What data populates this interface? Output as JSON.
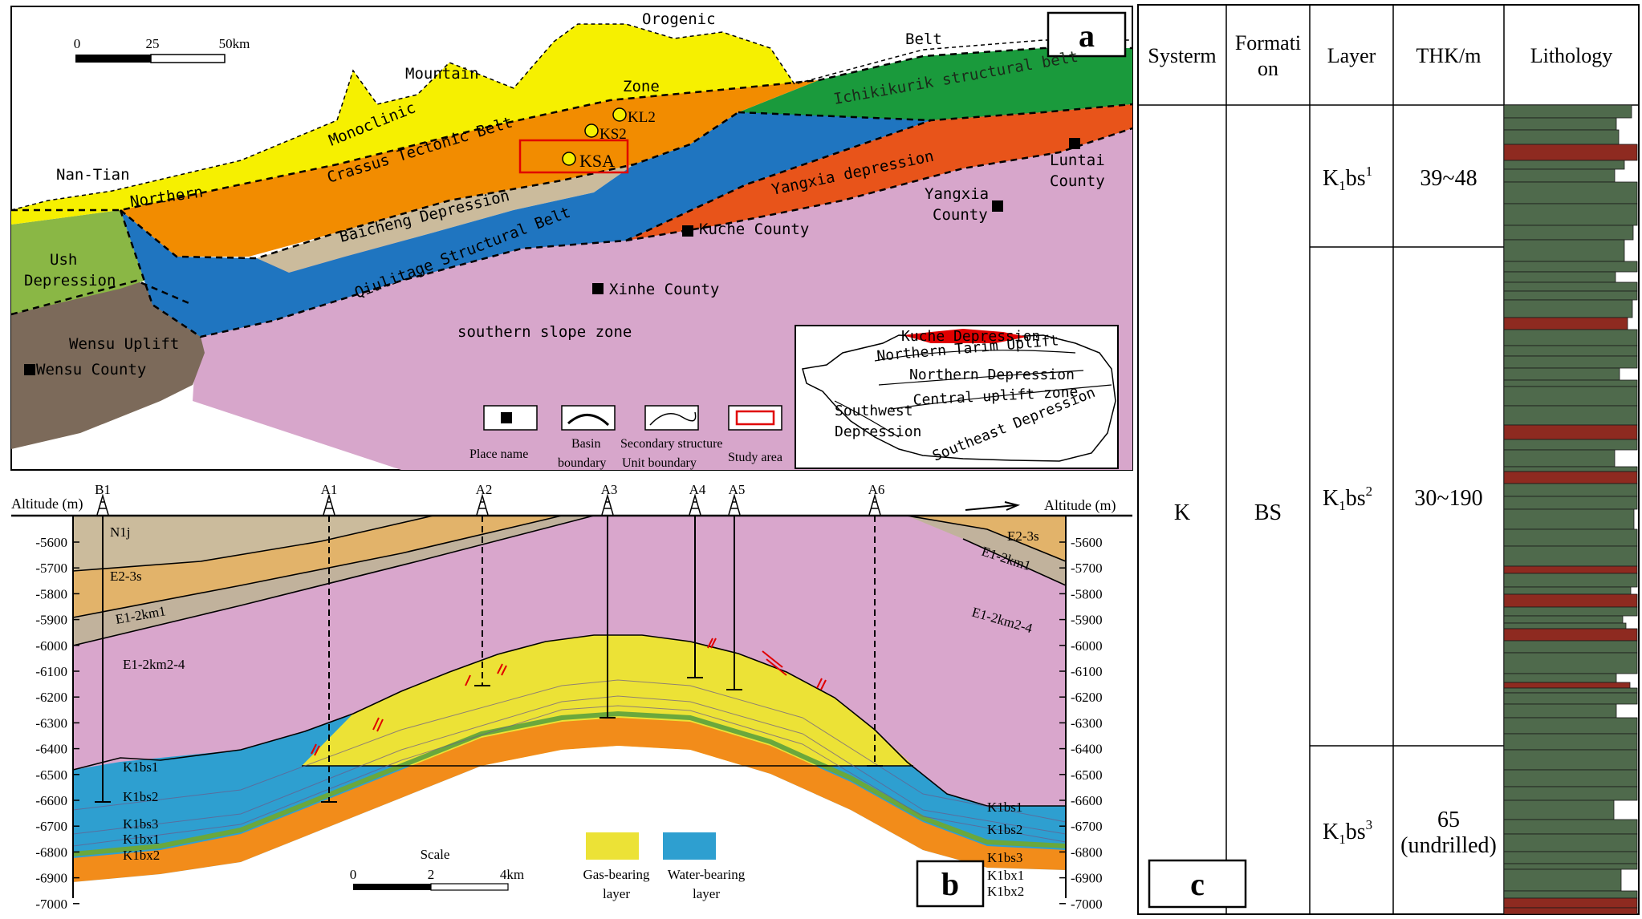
{
  "panel_labels": {
    "a": "a",
    "b": "b",
    "c": "c"
  },
  "map": {
    "scale_bar": {
      "ticks": [
        "0",
        "25",
        "50km"
      ]
    },
    "regions": {
      "orogenic": "Orogenic",
      "belt": "Belt",
      "mountain": "Mountain",
      "zone": "Zone",
      "monoclinic": "Monoclinic",
      "nan_tian": "Nan-Tian",
      "northern": "Northern",
      "crassus": "Crassus Tectonic Belt",
      "ichikikurik": "Ichikikurik structural belt",
      "yangxia_depression": "Yangxia depression",
      "baicheng": "Baicheng Depression",
      "qiulitage": "Qiulitage Structural Belt",
      "ush": "Ush",
      "depression": "Depression",
      "wensu_uplift": "Wensu Uplift",
      "southern_slope": "southern slope zone"
    },
    "wells": [
      "KL2",
      "KS2",
      "KSA"
    ],
    "places": {
      "luntai": "Luntai",
      "luntai_county": "County",
      "yangxia": "Yangxia",
      "yangxia_county": "County",
      "kuche": "Kuche County",
      "xinhe": "Xinhe County",
      "wensu": "Wensu County"
    },
    "legend": {
      "place_name": "Place name",
      "basin_1": "Basin",
      "basin_2": "boundary",
      "secondary_1": "Secondary structure",
      "secondary_2": "Unit boundary",
      "study_area": "Study area"
    },
    "inset": {
      "kuche": "Kuche Depression",
      "northern_tarim": "Northern Tarim Uplift",
      "northern_depression": "Northern Depression",
      "central_uplift": "Central uplift zone",
      "southwest_1": "Southwest",
      "southwest_2": "Depression",
      "southeast": "Southeast Depression"
    }
  },
  "section": {
    "altitude_label_left": "Altitude (m)",
    "altitude_label_right": "Altitude (m)",
    "y_ticks": [
      "-5600",
      "-5700",
      "-5800",
      "-5900",
      "-6000",
      "-6100",
      "-6200",
      "-6300",
      "-6400",
      "-6500",
      "-6600",
      "-6700",
      "-6800",
      "-6900",
      "-7000"
    ],
    "wells": [
      "B1",
      "A1",
      "A2",
      "A3",
      "A4",
      "A5",
      "A6"
    ],
    "units_left": [
      "N1j",
      "E2-3s",
      "E1-2km1",
      "E1-2km2-4",
      "K1bs1",
      "K1bs2",
      "K1bs3",
      "K1bx1",
      "K1bx2"
    ],
    "units_right": [
      "E2-3s",
      "E1-2km1",
      "E1-2km2-4",
      "K1bs1",
      "K1bs2",
      "K1bs3",
      "K1bx1",
      "K1bx2"
    ],
    "scale": {
      "title": "Scale",
      "ticks": [
        "0",
        "2",
        "4km"
      ]
    },
    "legend": {
      "gas_1": "Gas-bearing",
      "gas_2": "layer",
      "water_1": "Water-bearing",
      "water_2": "layer"
    }
  },
  "column": {
    "headers": {
      "system": "Systerm",
      "formation_1": "Formati",
      "formation_2": "on",
      "layer": "Layer",
      "thk": "THK/m",
      "lithology": "Lithology"
    },
    "system": "K",
    "formation": "BS",
    "layers": [
      {
        "base": "K",
        "sub": "1",
        "name": "bs",
        "sup": "1",
        "thk": "39~48"
      },
      {
        "base": "K",
        "sub": "1",
        "name": "bs",
        "sup": "2",
        "thk": "30~190"
      },
      {
        "base": "K",
        "sub": "1",
        "name": "bs",
        "sup": "3",
        "thk": "65",
        "note": "(undrilled)"
      }
    ]
  },
  "colors": {
    "mountain_yellow": "#f6f000",
    "orange_belt": "#f28c00",
    "green_belt": "#1a9a3c",
    "red_orange": "#e8541a",
    "blue_belt": "#1f75c0",
    "tan": "#cbbb9c",
    "pink": "#d7a6cb",
    "light_green": "#8ab745",
    "brown": "#7c6a5a",
    "section_pink": "#d9a6cc",
    "gas_yellow": "#ece236",
    "water_blue": "#2e9fd0",
    "lith_green": "#4f6a4c",
    "lith_red": "#8e2a20"
  }
}
